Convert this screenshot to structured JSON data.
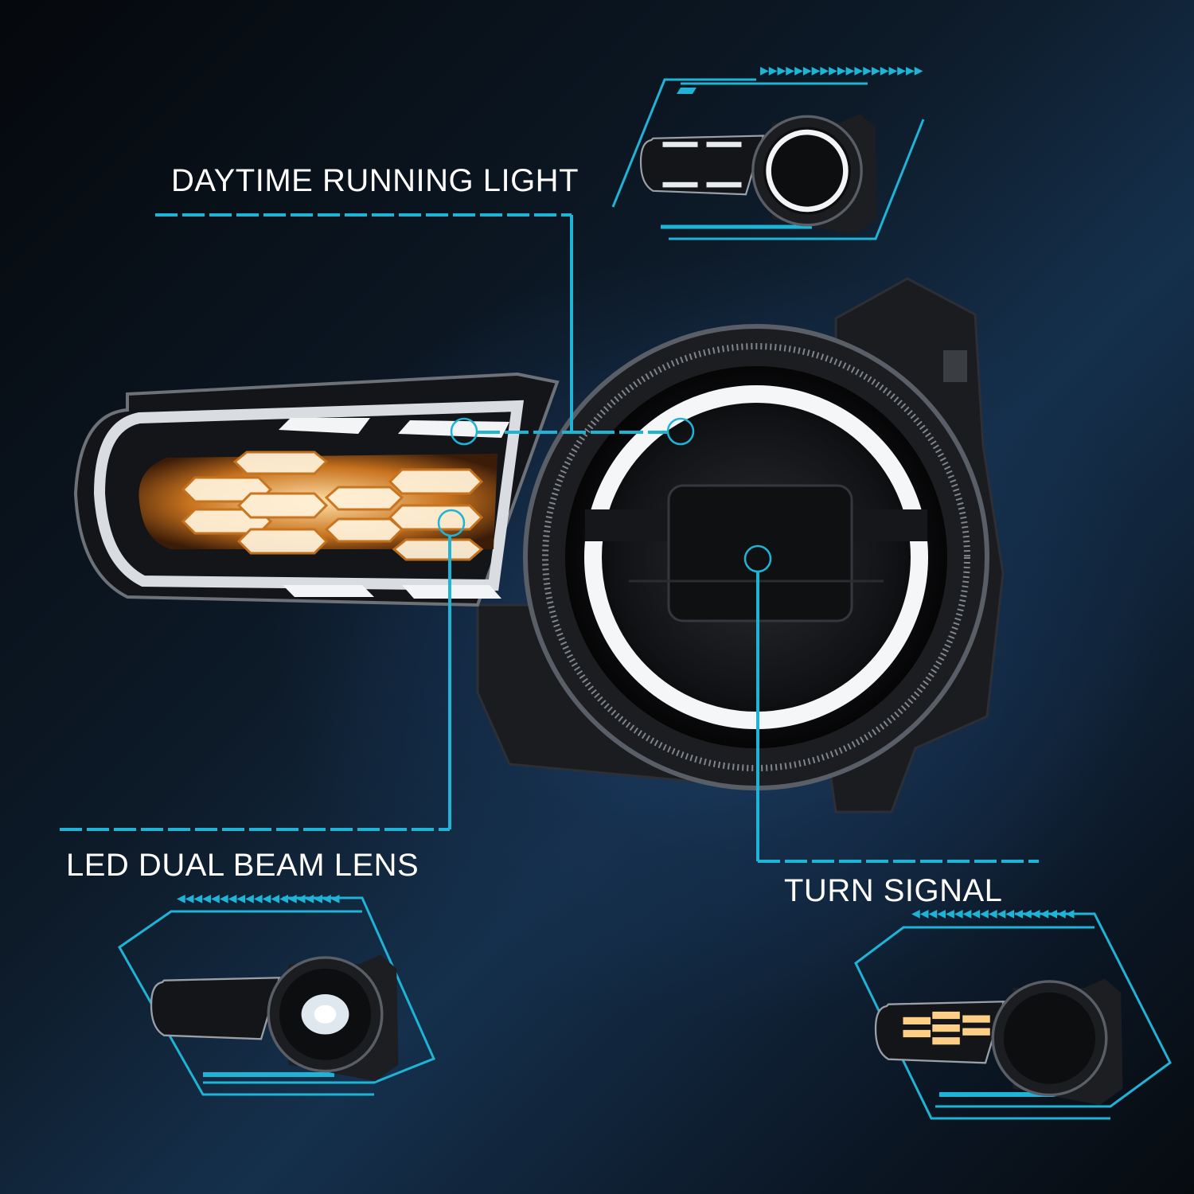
{
  "callouts": {
    "drl": {
      "label": "DAYTIME RUNNING LIGHT"
    },
    "lens": {
      "label": "LED DUAL BEAM LENS"
    },
    "turn": {
      "label": "TURN SIGNAL"
    }
  },
  "insets": [
    {
      "name": "inset-daytime-running-light",
      "mode": "drl"
    },
    {
      "name": "inset-led-dual-beam-lens",
      "mode": "low-beam"
    },
    {
      "name": "inset-turn-signal",
      "mode": "amber"
    }
  ],
  "colors": {
    "accent": "#1fb3d6",
    "amber": "#f5a23a",
    "background": "#0d1a28"
  }
}
